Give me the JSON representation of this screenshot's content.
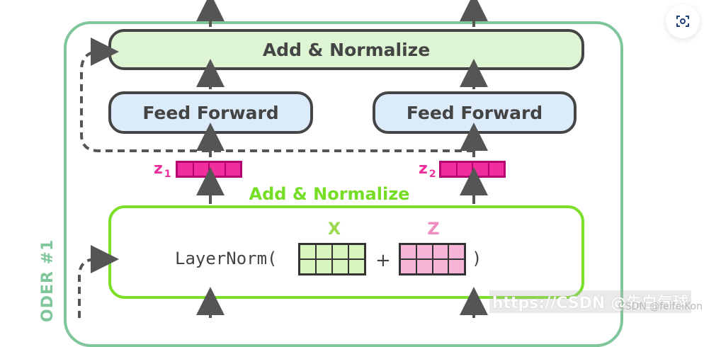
{
  "diagram": {
    "top_layer": "Add & Normalize",
    "feed_forward_1": "Feed Forward",
    "feed_forward_2": "Feed Forward",
    "z1_label": "z",
    "z1_sub": "1",
    "z2_label": "z",
    "z2_sub": "2",
    "middle_title": "Add & Normalize",
    "layernorm_text": "LayerNorm(",
    "x_label": "X",
    "z_label": "Z",
    "plus": "+",
    "closing_paren": ")",
    "encoder_label": "ODER #1"
  },
  "overlay": {
    "watermark": "https://CSDN @先白气球",
    "watermark_sub": "CSDN @feifeiKon"
  },
  "icons": {
    "lens": "camera-lens-icon"
  },
  "colors": {
    "frame_green": "#7fc79a",
    "dark_gray": "#454545",
    "light_green": "#ddf5d3",
    "light_blue": "#dcebfa",
    "bright_green": "#7ce02b",
    "pink": "#f02e9d"
  }
}
